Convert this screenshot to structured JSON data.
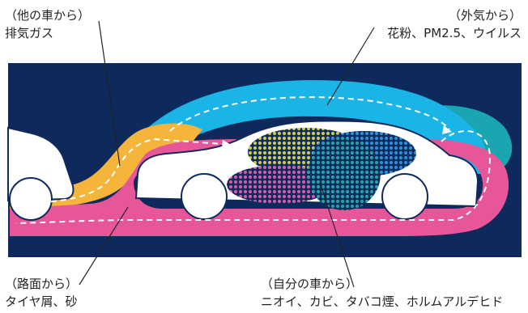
{
  "labels": {
    "other_cars": {
      "title": "（他の車から）",
      "detail": "排気ガス"
    },
    "outside_air": {
      "title": "（外気から）",
      "detail": "花粉、PM2.5、ウイルス"
    },
    "road": {
      "title": "（路面から）",
      "detail": "タイヤ屑、砂"
    },
    "own_car": {
      "title": "（自分の車から）",
      "detail": "ニオイ、カビ、タバコ煙、ホルムアルデヒド"
    }
  },
  "colors": {
    "background_panel": "#0e2a5c",
    "exhaust": "#f5b53a",
    "outside_air": "#1bb4e6",
    "outside_air_teal": "#1aa6b0",
    "road": "#e8569a",
    "interior_yellow": "#c9c94a",
    "interior_blue": "#2b8fd6",
    "interior_pink": "#d05aa8",
    "interior_teal": "#22a3a3"
  }
}
